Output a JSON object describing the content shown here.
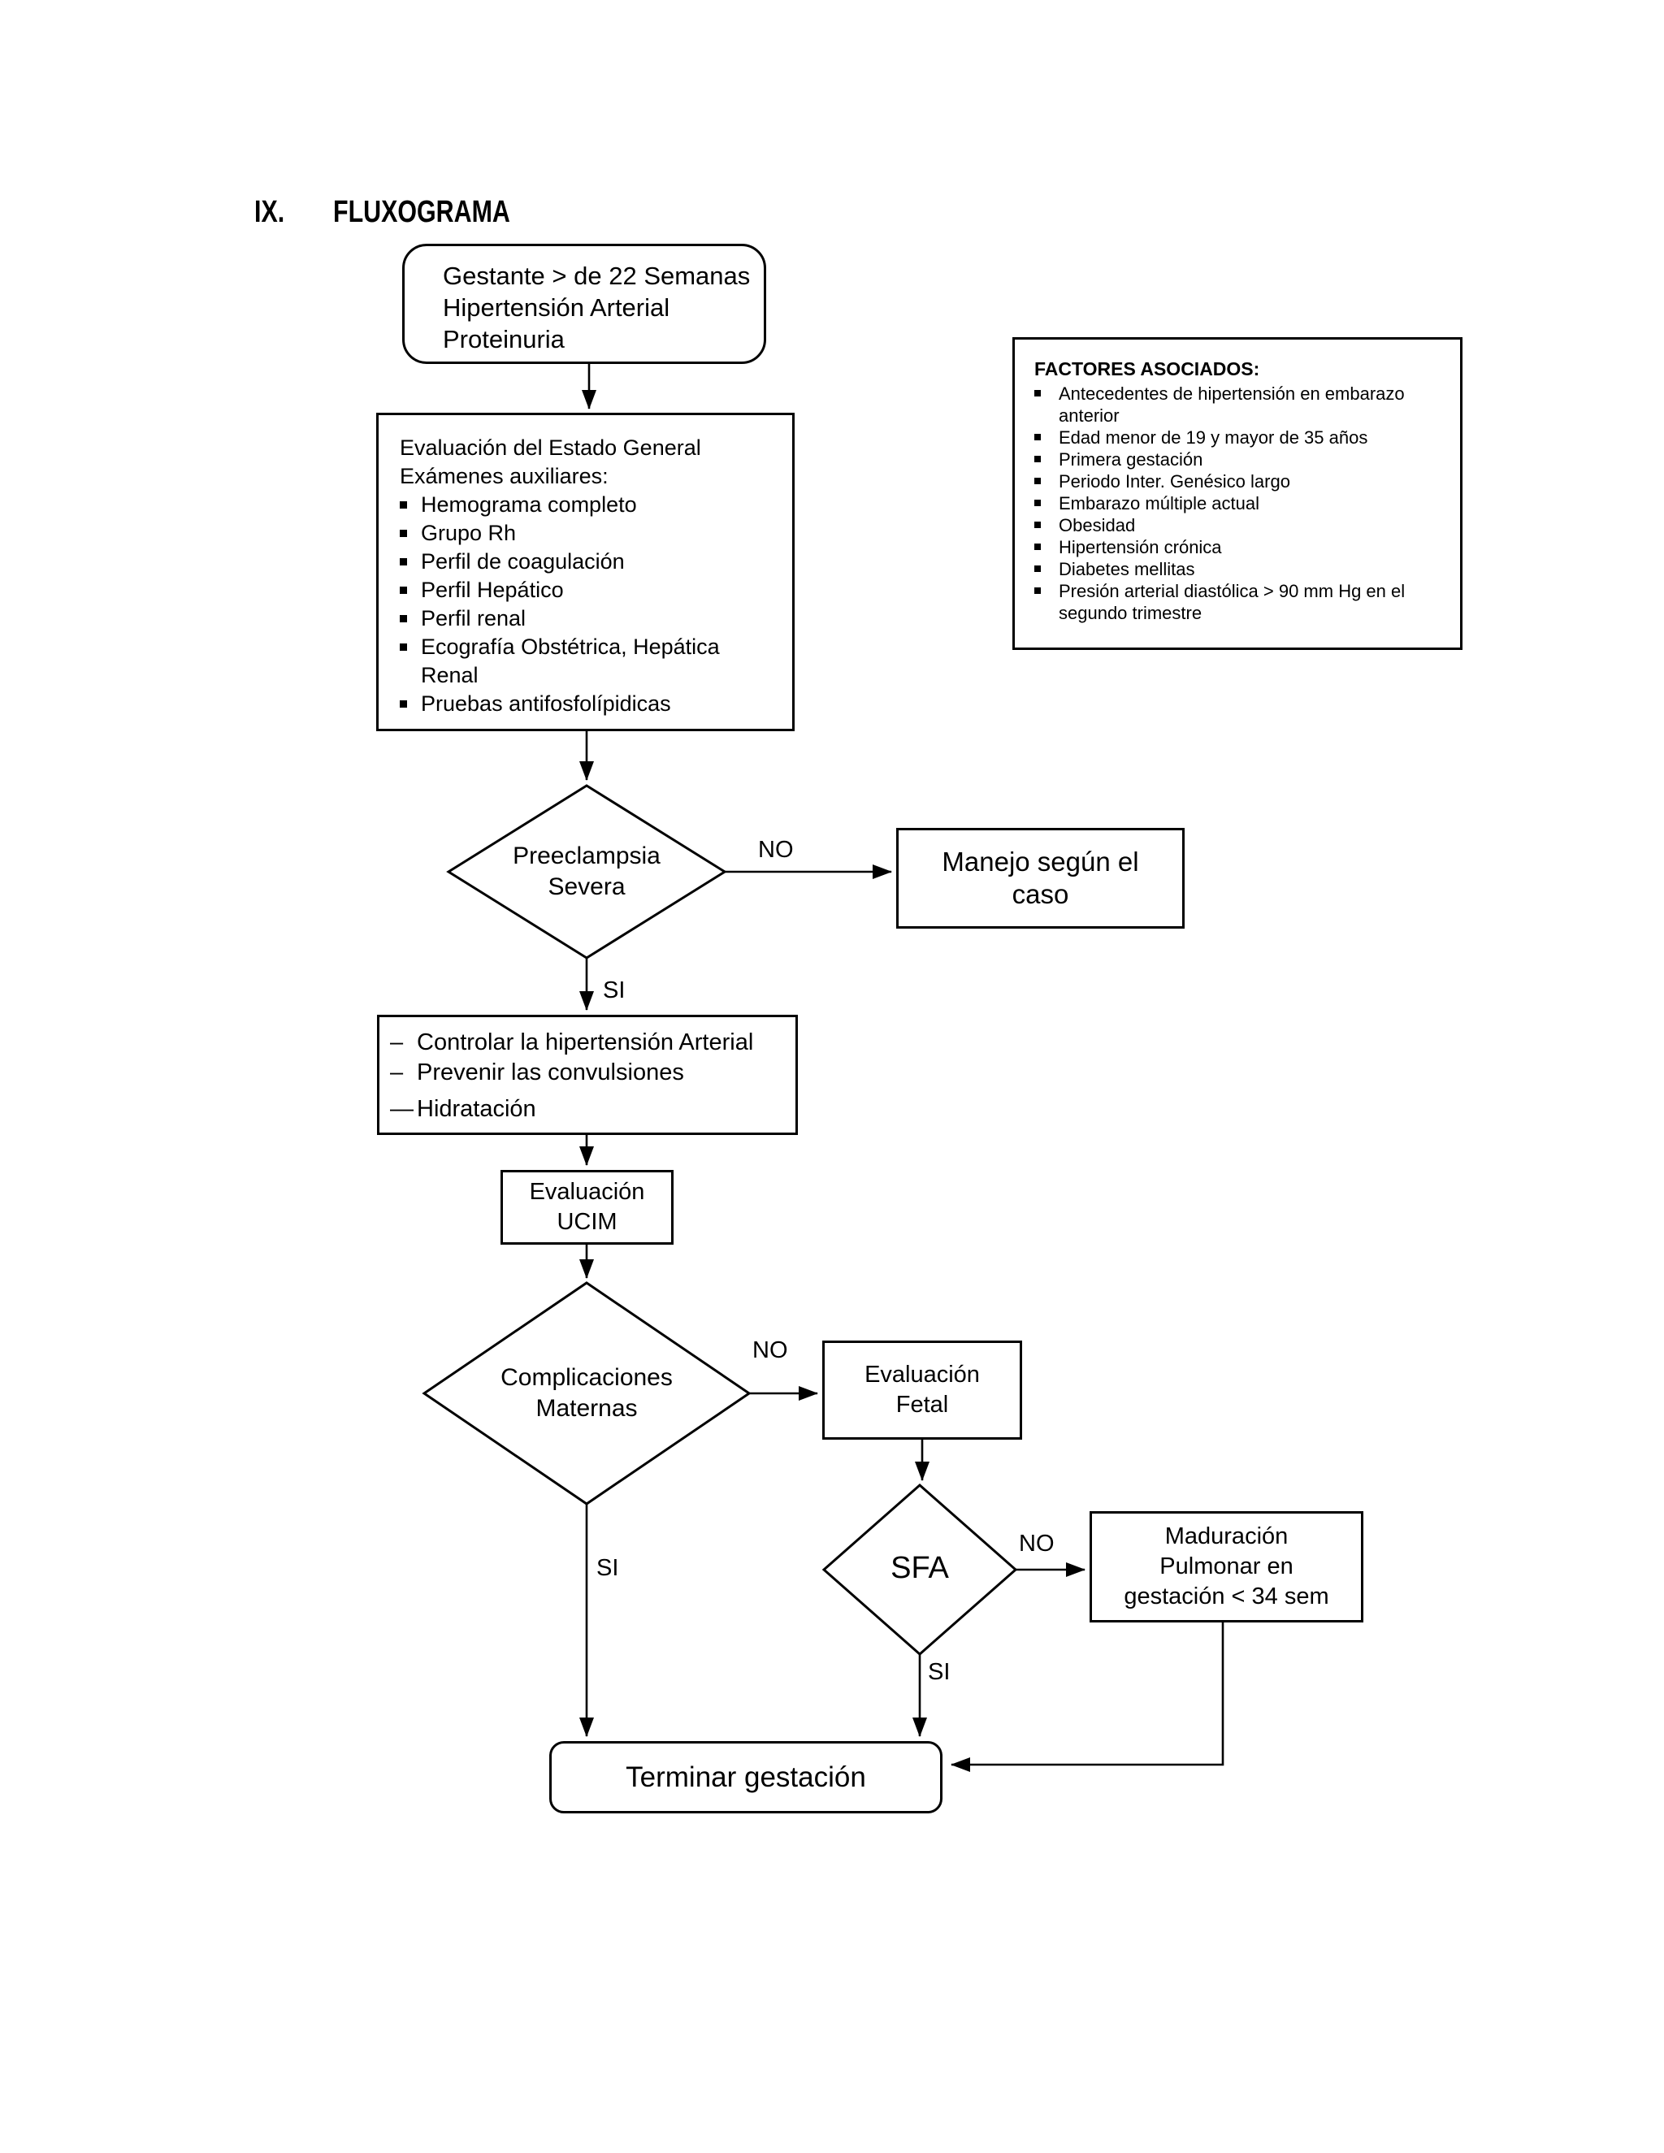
{
  "title": {
    "numeral": "IX.",
    "label": "FLUXOGRAMA"
  },
  "nodes": {
    "start": {
      "lines": [
        "Gestante > de 22 Semanas",
        "Hipertensión Arterial",
        "Proteinuria"
      ]
    },
    "factores": {
      "title": "FACTORES ASOCIADOS:",
      "items": [
        [
          "Antecedentes de hipertensión en embarazo",
          "anterior"
        ],
        [
          "Edad menor de 19 y mayor de 35 años"
        ],
        [
          "Primera gestación"
        ],
        [
          "Periodo Inter. Genésico largo"
        ],
        [
          "Embarazo múltiple actual"
        ],
        [
          "Obesidad"
        ],
        [
          "Hipertensión crónica"
        ],
        [
          "Diabetes mellitas"
        ],
        [
          "Presión arterial diastólica > 90 mm Hg en el",
          "segundo trimestre"
        ]
      ]
    },
    "evaluacion_general": {
      "header": [
        "Evaluación del Estado General",
        "Exámenes auxiliares:"
      ],
      "items": [
        [
          "Hemograma completo"
        ],
        [
          "Grupo Rh"
        ],
        [
          "Perfil de coagulación"
        ],
        [
          "Perfil Hepático"
        ],
        [
          "Perfil renal"
        ],
        [
          "Ecografía Obstétrica, Hepática",
          "Renal"
        ],
        [
          "Pruebas antifosfolípidicas"
        ]
      ]
    },
    "preeclampsia": {
      "lines": [
        "Preeclampsia",
        "Severa"
      ]
    },
    "manejo": {
      "lines": [
        "Manejo según el",
        "caso"
      ]
    },
    "controlar": {
      "items": [
        {
          "dash": "–",
          "text": "Controlar la hipertensión Arterial"
        },
        {
          "dash": "–",
          "text": "Prevenir las convulsiones"
        },
        {
          "dash": "—",
          "text": "Hidratación"
        }
      ]
    },
    "ucim": {
      "lines": [
        "Evaluación",
        "UCIM"
      ]
    },
    "complicaciones": {
      "lines": [
        "Complicaciones",
        "Maternas"
      ]
    },
    "fetal": {
      "lines": [
        "Evaluación",
        "Fetal"
      ]
    },
    "sfa": {
      "label": "SFA"
    },
    "maduracion": {
      "lines": [
        "Maduración",
        "Pulmonar en",
        "gestación < 34 sem"
      ]
    },
    "terminar": {
      "label": "Terminar gestación"
    }
  },
  "edge_labels": {
    "preeclampsia_no": "NO",
    "preeclampsia_si": "SI",
    "complicaciones_no": "NO",
    "complicaciones_si": "SI",
    "sfa_no": "NO",
    "sfa_si": "SI"
  },
  "colors": {
    "ink": "#000000",
    "paper": "#ffffff"
  }
}
